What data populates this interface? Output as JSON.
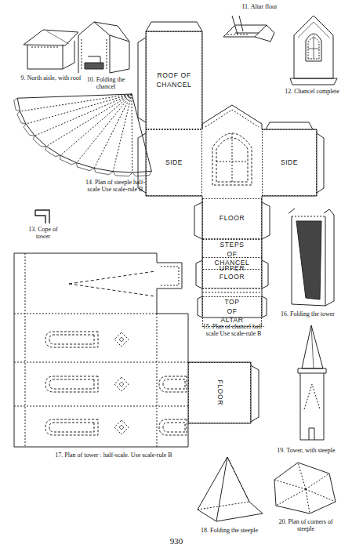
{
  "diagram": {
    "nodes": [
      {
        "text": [
          "ROOF OF CHANCEL"
        ]
      },
      {
        "text": [
          "SIDE"
        ]
      },
      {
        "text": [
          "SIDE"
        ]
      },
      {
        "text": [
          "FLOOR"
        ]
      },
      {
        "text": [
          "STEPS OF CHANCEL"
        ]
      },
      {
        "text": [
          "UPPER FLOOR"
        ]
      },
      {
        "text": [
          "TOP OF ALTAR"
        ]
      },
      {
        "text": [
          "FLOOR"
        ]
      }
    ],
    "labels": [
      "11. Altar floor",
      "9. North aisle, with roof",
      "10. Folding the chancel",
      "12. Chancel complete",
      "14. Plan of steeple half-scale Use scale-rule B",
      "13. Cope of tower",
      "16. Folding the tower",
      "15. Plan of chancel half-scale Use scale-rule B",
      "17. Plan of tower : half-scale. Use scale-rule B",
      "19. Tower, with steeple",
      "18. Folding the steeple",
      "20. Plan of corners of steeple",
      "930"
    ]
  }
}
